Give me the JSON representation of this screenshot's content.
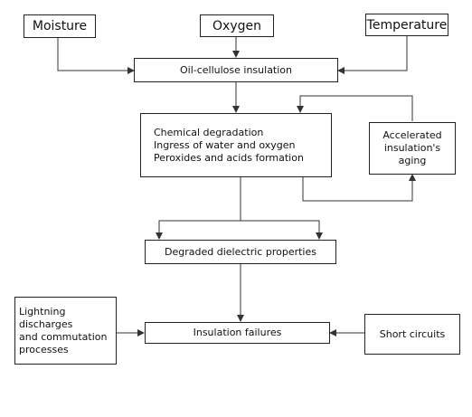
{
  "nodes": {
    "moisture": "Moisture",
    "oxygen": "Oxygen",
    "temperature": "Temperature",
    "oil_cellulose": "Oil-cellulose insulation",
    "chemical": "Chemical degradation\nIngress of water and oxygen\nPeroxides and acids formation",
    "accelerated": "Accelerated\ninsulation's\naging",
    "degraded": "Degraded dielectric properties",
    "lightning": "Lightning\ndischarges\nand commutation\nprocesses",
    "failures": "Insulation failures",
    "short": "Short circuits"
  }
}
